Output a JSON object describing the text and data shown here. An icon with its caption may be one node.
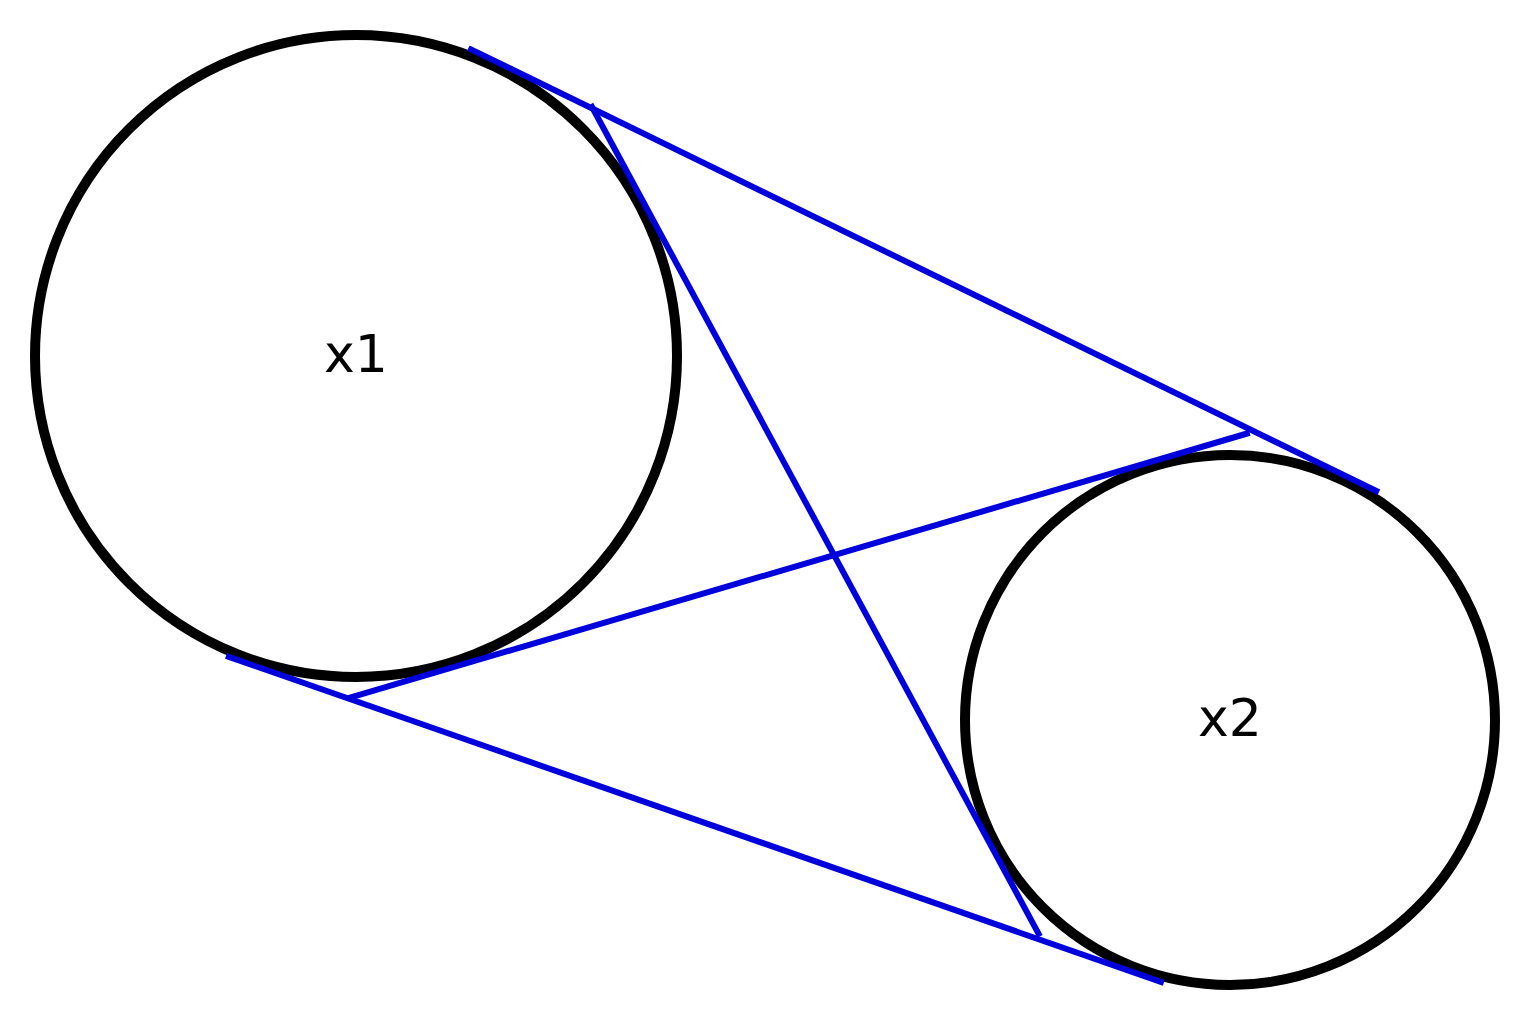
{
  "diagram": {
    "nodes": [
      {
        "text": [
          "x1"
        ]
      },
      {
        "text": [
          "x2"
        ]
      }
    ],
    "edges": [
      {
        "from": 0,
        "to": 1,
        "arrow": "none"
      },
      {
        "from": 0,
        "to": 1,
        "arrow": "none"
      },
      {
        "from": 0,
        "to": 1,
        "arrow": "none"
      },
      {
        "from": 0,
        "to": 1,
        "arrow": "none"
      }
    ]
  }
}
